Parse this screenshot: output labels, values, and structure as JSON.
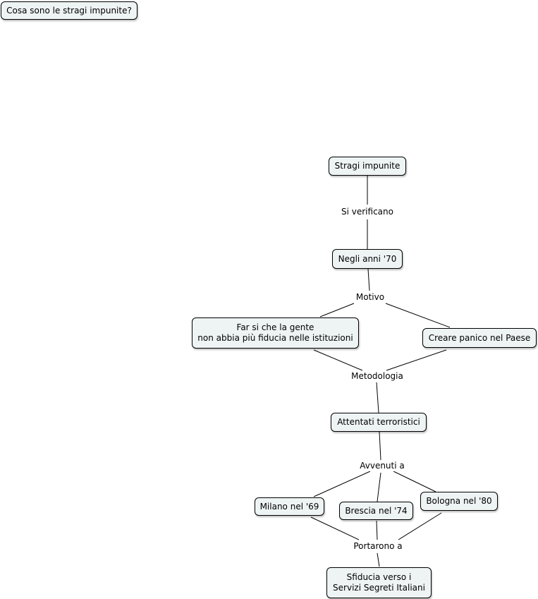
{
  "title": "Cosa sono le stragi impunite?",
  "nodes": {
    "stragi": "Stragi impunite",
    "anni70": "Negli anni '70",
    "fiducia_line1": "Far si che la gente",
    "fiducia_line2": "non abbia più fiducia nelle istituzioni",
    "panico": "Creare panico nel Paese",
    "attentati": "Attentati terroristici",
    "milano": "Milano nel '69",
    "brescia": "Brescia nel '74",
    "bologna": "Bologna nel '80",
    "sfiducia_line1": "Sfiducia verso i",
    "sfiducia_line2": "Servizi Segreti Italiani"
  },
  "links": {
    "si_verificano": "Si verificano",
    "motivo": "Motivo",
    "metodologia": "Metodologia",
    "avvenuti_a": "Avvenuti a",
    "portarono_a": "Portarono a"
  }
}
